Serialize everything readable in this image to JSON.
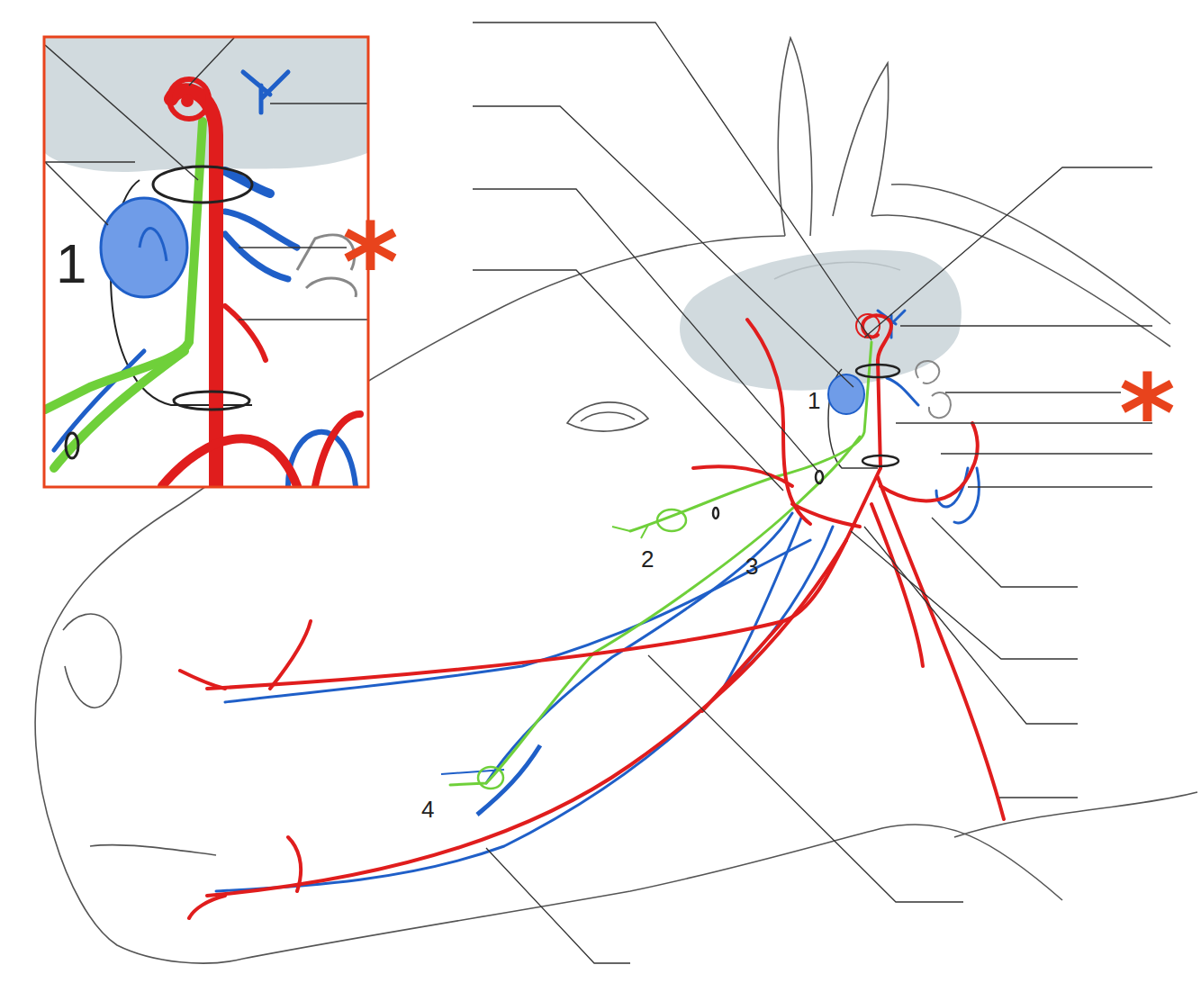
{
  "diagram": {
    "labels": [
      "1",
      "*",
      "1",
      "2",
      "3",
      "4",
      "*"
    ]
  }
}
